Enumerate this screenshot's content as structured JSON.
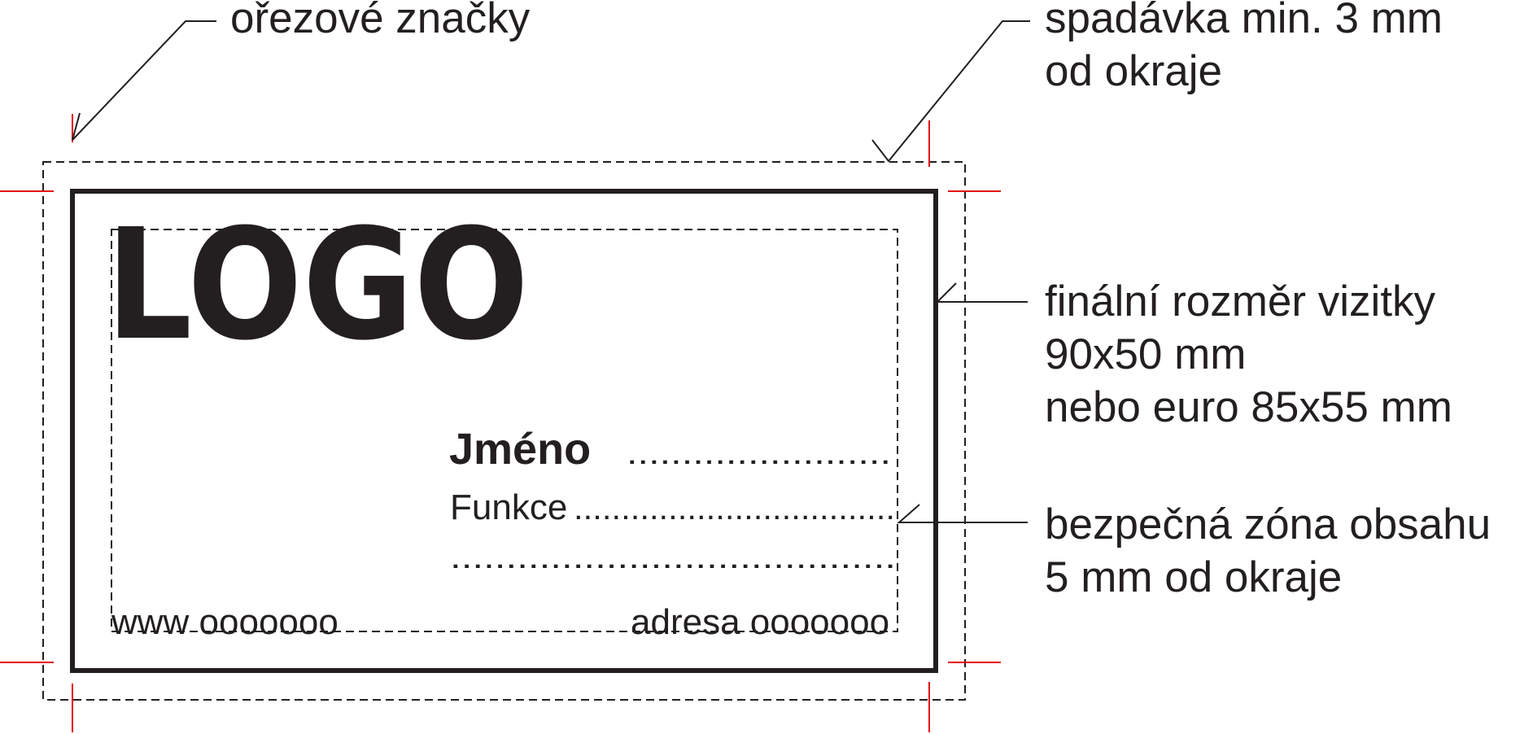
{
  "callouts": {
    "crop_marks": "ořezové značky",
    "bleed_line1": "spadávka min. 3 mm",
    "bleed_line2": "od okraje",
    "final_size_line1": "finální rozměr vizitky",
    "final_size_line2": "90x50 mm",
    "final_size_line3": "nebo euro 85x55 mm",
    "safe_zone_line1": "bezpečná zóna obsahu",
    "safe_zone_line2": "5 mm od okraje"
  },
  "card": {
    "logo": "LOGO",
    "name": "Jméno",
    "name_dots": "........................",
    "function": "Funkce",
    "function_dots": "..................................",
    "extra_dots": "........................................",
    "website": "www ooooooo",
    "address": "adresa ooooooo"
  },
  "colors": {
    "ink": "#231f20",
    "crop_mark": "#e30613",
    "background": "#ffffff"
  }
}
